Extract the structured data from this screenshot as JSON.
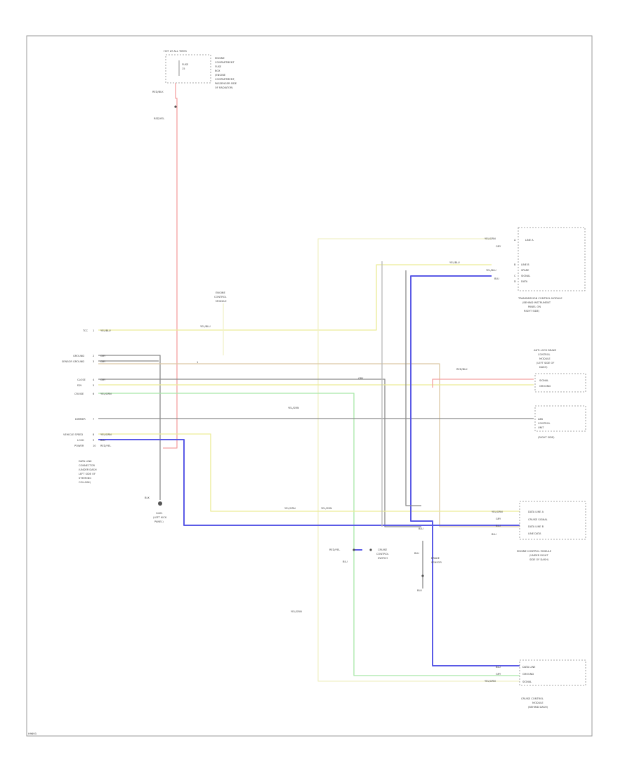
{
  "colors": {
    "red": "#f3a0a0",
    "yellow": "#ecec96",
    "pale_yellow": "#f0f0c8",
    "blue": "#5a5ae6",
    "green": "#a8e8a8",
    "gray": "#8a8a8a",
    "light_gray": "#b8b8b8",
    "tan": "#dcc8a4",
    "frame": "#9a9a9a"
  },
  "fuse_block": {
    "header": "HOT AT ALL TIMES",
    "fuse_label": "FUSE",
    "fuse_number": "15",
    "note_lines": [
      "ENGINE",
      "COMPARTMENT",
      "FUSE",
      "BOX",
      "(ENGINE",
      "COMPARTMENT,",
      "PASSENGER SIDE",
      "OF RADIATOR)"
    ]
  },
  "wire_labels": {
    "red_top": "RED/BLK",
    "red_vertical": "RED/YEL",
    "yellow_upper": "YEL/BLU",
    "yellow_long": "YEL/GRN",
    "blue_lower": "BLU",
    "gray_stub": "GRY",
    "pin_1": "1",
    "pin_2": "2",
    "pin_3": "3"
  },
  "ground": {
    "wire": "BLK",
    "label_lines": [
      "G401",
      "(LEFT KICK",
      "PANEL)"
    ]
  },
  "gauge_connector": {
    "pin_labels": [
      "TCC",
      "GROUND",
      "SENSOR GROUND",
      "CLOSE",
      "P/N",
      "CRUISE",
      "DIMMER",
      "VEHICLE SPEED",
      "LOCK",
      "POWER"
    ],
    "pin_numbers": [
      "1",
      "2",
      "3",
      "4",
      "5",
      "6",
      "7",
      "8",
      "9",
      "10"
    ],
    "caption_lines": [
      "DATA LINK",
      "CONNECTOR",
      "(UNDER DASH",
      "LEFT SIDE OF",
      "STEERING",
      "COLUMN)"
    ]
  },
  "diag_box": {
    "label_lines": [
      "ENGINE",
      "CONTROL",
      "MODULE"
    ]
  },
  "splice": {
    "label_lines": [
      "CRUISE",
      "CONTROL",
      "SWITCH"
    ]
  },
  "sensor_note": {
    "lines": [
      "BRAKE",
      "SENSOR"
    ]
  },
  "tcm": {
    "caption_lines": [
      "TRANSMISSION CONTROL MODULE",
      "(BEHIND INSTRUMENT",
      "PANEL ON",
      "RIGHT SIDE)"
    ],
    "pins": [
      "LINE A",
      "LINE B",
      "SPARE",
      "SIGNAL",
      "DATA"
    ]
  },
  "ecm": {
    "caption_lines": [
      "ENGINE CONTROL MODULE",
      "(UNDER RIGHT",
      "SIDE OF DASH)"
    ],
    "pins": [
      "DATA LINE A",
      "CRUISE SIGNAL",
      "DATA LINE B",
      "LINE DATA"
    ]
  },
  "abs": {
    "caption_lines": [
      "ANTI-LOCK BRAKE",
      "CONTROL",
      "MODULE",
      "(LEFT SIDE OF",
      "DASH)"
    ],
    "pins": [
      "SIGNAL",
      "GROUND"
    ]
  },
  "speed_sensor": {
    "caption_lines": [
      "ABS",
      "CONTROL",
      "UNIT",
      "(RIGHT SIDE)"
    ]
  },
  "cruise_ctrl": {
    "caption_lines": [
      "CRUISE CONTROL",
      "MODULE",
      "(BEHIND DASH)"
    ],
    "pins": [
      "DATA LINE",
      "GROUND",
      "SIGNAL"
    ]
  },
  "connector_pins": {
    "a": "A",
    "b": "B",
    "c": "C",
    "d": "D"
  },
  "footer_code": "H9693"
}
